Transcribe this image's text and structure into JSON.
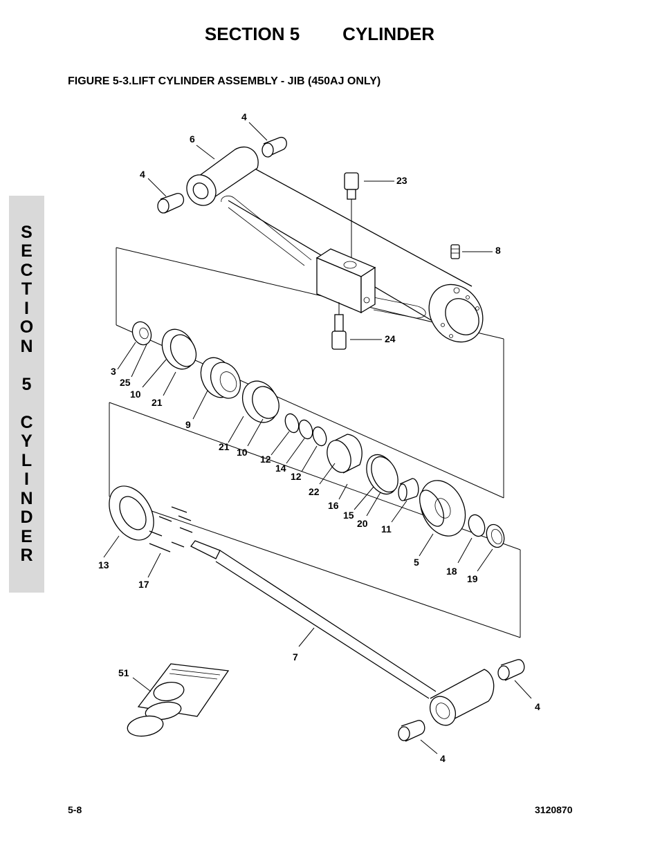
{
  "header": {
    "section_label": "SECTION 5",
    "section_name": "CYLINDER",
    "figure_title": "FIGURE 5-3.LIFT CYLINDER ASSEMBLY - JIB (450AJ ONLY)"
  },
  "side_tab": {
    "letters": [
      "S",
      "E",
      "C",
      "T",
      "I",
      "O",
      "N",
      " ",
      "5",
      " ",
      "C",
      "Y",
      "L",
      "I",
      "N",
      "D",
      "E",
      "R"
    ]
  },
  "callouts": {
    "c4_top": "4",
    "c6": "6",
    "c4_left": "4",
    "c23": "23",
    "c8": "8",
    "c24": "24",
    "c3": "3",
    "c25": "25",
    "c10_a": "10",
    "c21_a": "21",
    "c9": "9",
    "c21_b": "21",
    "c10_b": "10",
    "c12_a": "12",
    "c14": "14",
    "c12_b": "12",
    "c22": "22",
    "c16": "16",
    "c15": "15",
    "c20": "20",
    "c11": "11",
    "c13": "13",
    "c17": "17",
    "c5": "5",
    "c18": "18",
    "c19": "19",
    "c7": "7",
    "c51": "51",
    "c4_right": "4",
    "c4_bottom": "4"
  },
  "footer": {
    "page_number": "5-8",
    "doc_number": "3120870"
  }
}
